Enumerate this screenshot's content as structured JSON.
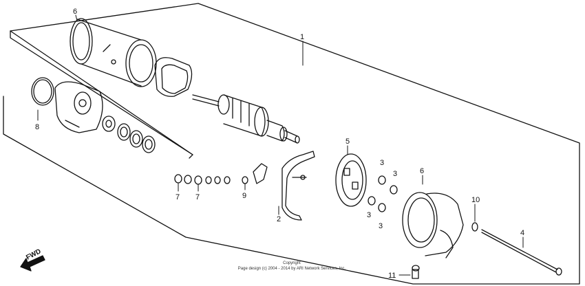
{
  "callouts": {
    "c1": "1",
    "c2": "2",
    "c3a": "3",
    "c3b": "3",
    "c3c": "3",
    "c3d": "3",
    "c4": "4",
    "c5": "5",
    "c6a": "6",
    "c6b": "6",
    "c7a": "7",
    "c7b": "7",
    "c8": "8",
    "c9": "9",
    "c10": "10",
    "c11": "11"
  },
  "fwd_label": "FWD",
  "copyright": {
    "line1": "Copyright",
    "line2": "Page design (c) 2004 - 2014 by ARI Network Services, Inc."
  }
}
